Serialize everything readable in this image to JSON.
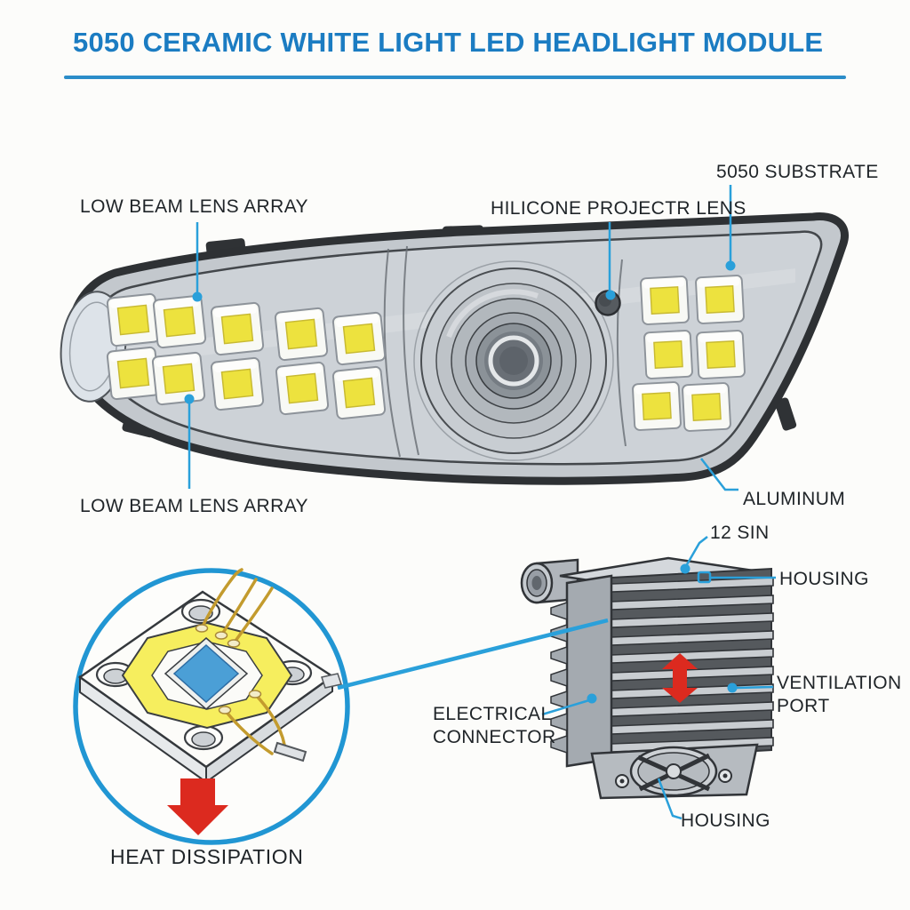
{
  "title": "5050 CERAMIC WHITE LIGHT LED HEADLIGHT MODULE",
  "labels": {
    "low_beam_top": "LOW BEAM LENS ARRAY",
    "projector_lens": "HILICONE PROJECTR LENS",
    "substrate": "5050 SUBSTRATE",
    "low_beam_bottom": "LOW BEAM LENS ARRAY",
    "aluminum": "ALUMINUM",
    "pin_12": "12 SIN",
    "housing_top": "HOUSING",
    "ventilation_port": "VENTILATION PORT",
    "electrical_connector": "ELECTRICAL CONNECTOR",
    "housing_bottom": "HOUSING",
    "heat_dissipation": "HEAT DISSIPATION"
  },
  "colors": {
    "accent_blue": "#1b7cc2",
    "underline_blue": "#2b8dc9",
    "leader_blue": "#2aa0da",
    "label_dark": "#1f2428",
    "led_yellow": "#ede23e",
    "heat_red": "#dc2a1f",
    "housing_gray": "#c3c8cd",
    "outline_dark": "#2e3134",
    "chip_blue": "#4b9fd6"
  }
}
